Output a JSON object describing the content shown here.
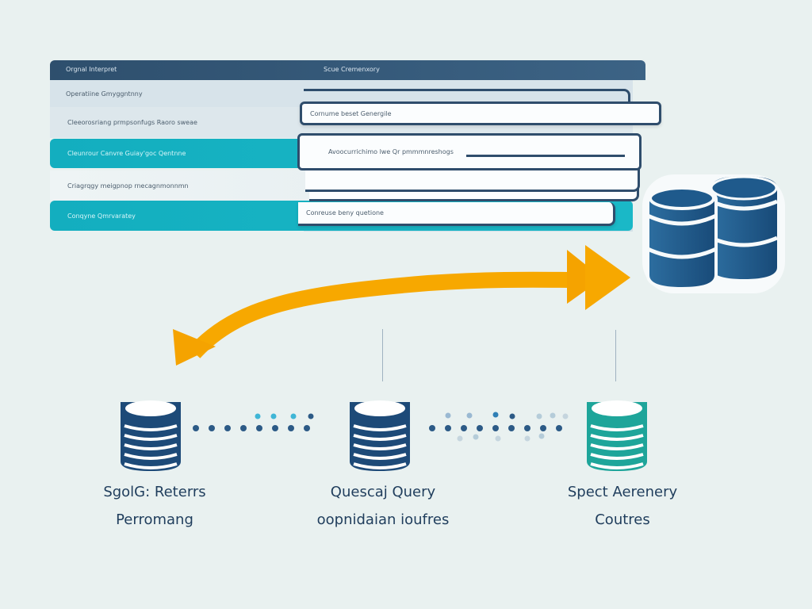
{
  "panel": {
    "header": {
      "left_title": "Orgnal Interpret",
      "right_title": "Scue Cremenxory"
    },
    "rows": [
      {
        "label": "Operatiine Gmyggntnny",
        "style": "gray"
      },
      {
        "label": "Cleeorosriang prmpsonfugs Raoro sweae",
        "style": "gray"
      },
      {
        "label": "Cleunrour Canvre Guiay'goc Qentnne",
        "style": "teal"
      },
      {
        "label": "Criagrqgy meigpnop rnecagnmonnmn",
        "style": "light"
      },
      {
        "label": "Conqyne Qmrvaratey",
        "style": "teal"
      }
    ],
    "cards": [
      {
        "label": "Cornume beset Genergile"
      },
      {
        "label": "Avoocurrichimo lwe Qr pmmmnreshogs"
      },
      {
        "label": "Conreuse beny quetione"
      }
    ]
  },
  "nodes": [
    {
      "title": "SgolG: Reterrs",
      "subtitle": "Perromang",
      "color": "#1d4a78"
    },
    {
      "title": "Quescaj Query",
      "subtitle": "oopnidaian ioufres",
      "color": "#1d4a78"
    },
    {
      "title": "Spect Aerenery",
      "subtitle": "Coutres",
      "color": "#1ea59a"
    }
  ],
  "colors": {
    "background": "#e9f1f0",
    "header": "#2e4f6d",
    "teal_row": "#13aebf",
    "card_border": "#2f4d6c",
    "arrow": "#f5a500",
    "database_blue": "#1f5a8c",
    "database_dark": "#1d4a78",
    "database_teal": "#1ea59a",
    "dot_dark": "#2c5a86",
    "dot_light": "#3fb6d6"
  },
  "icons": {
    "main_database": "database-stack-icon",
    "node_database": "database-icon",
    "flow_arrow": "double-headed-curved-arrow-icon"
  }
}
